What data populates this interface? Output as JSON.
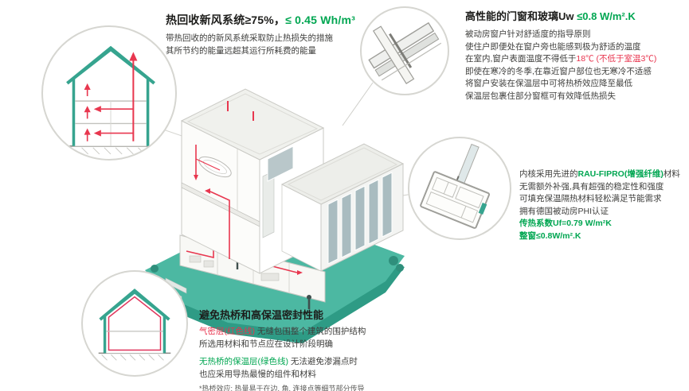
{
  "colors": {
    "accent_green_text": "#00a651",
    "accent_teal_illustration": "#36a48f",
    "platform_teal": "#4cb8a2",
    "accent_red": "#e8334d",
    "body_text": "#3f3f3d"
  },
  "hrv": {
    "title_main": "热回收新风系统≥75%，",
    "title_value": "≤ 0.45 Wh/m³",
    "lines": [
      "带热回收的的新风系统采取防止热损失的措施",
      "其所节约的能量远超其运行所耗费的能量"
    ]
  },
  "window_glass": {
    "title_main": "高性能的门窗和玻璃Uw ",
    "title_value": "≤0.8 W/m².K",
    "lines_before": [
      "被动房窗户针对舒适度的指导原则",
      "使住户即便处在窗户旁也能感到极为舒适的温度"
    ],
    "temp_line_pre": "在室内,窗户表面温度不得低于",
    "temp_line_red": "18℃ (不低于室温3℃)",
    "lines_after": [
      "即使在寒冷的冬季,在靠近窗户部位也无寒冷不适感",
      "将窗户安装在保温层中可将热桥效应降至最低",
      "保温层包裹住部分窗框可有效降低热损失"
    ]
  },
  "profile": {
    "intro_pre": "内核采用先进的",
    "intro_brand": "RAU-FIPRO(增强纤维)",
    "intro_post": "材料",
    "lines": [
      "无需额外补强,具有超强的稳定性和强度",
      "可填充保温隔热材料轻松满足节能需求",
      "拥有德国被动房PHI认证"
    ],
    "uf_value": "传热系数Uf=0.79 W/m²K",
    "uw_value": "整窗≤0.8W/m².K"
  },
  "thermal": {
    "title": "避免热桥和高保温密封性能",
    "airtight_label": "气密层(红色线)",
    "airtight_text": "无缝包围整个建筑的围护结构",
    "line2": "所选用材料和节点应在设计阶段明确",
    "insulation_label": "无热桥的保温层(绿色线)",
    "insulation_text": "无法避免渗漏点时",
    "line4": "也应采用导热最慢的组件和材料",
    "footnote": "*热桥效应: 热量易于在边, 角, 连接点等细节部分传导"
  }
}
